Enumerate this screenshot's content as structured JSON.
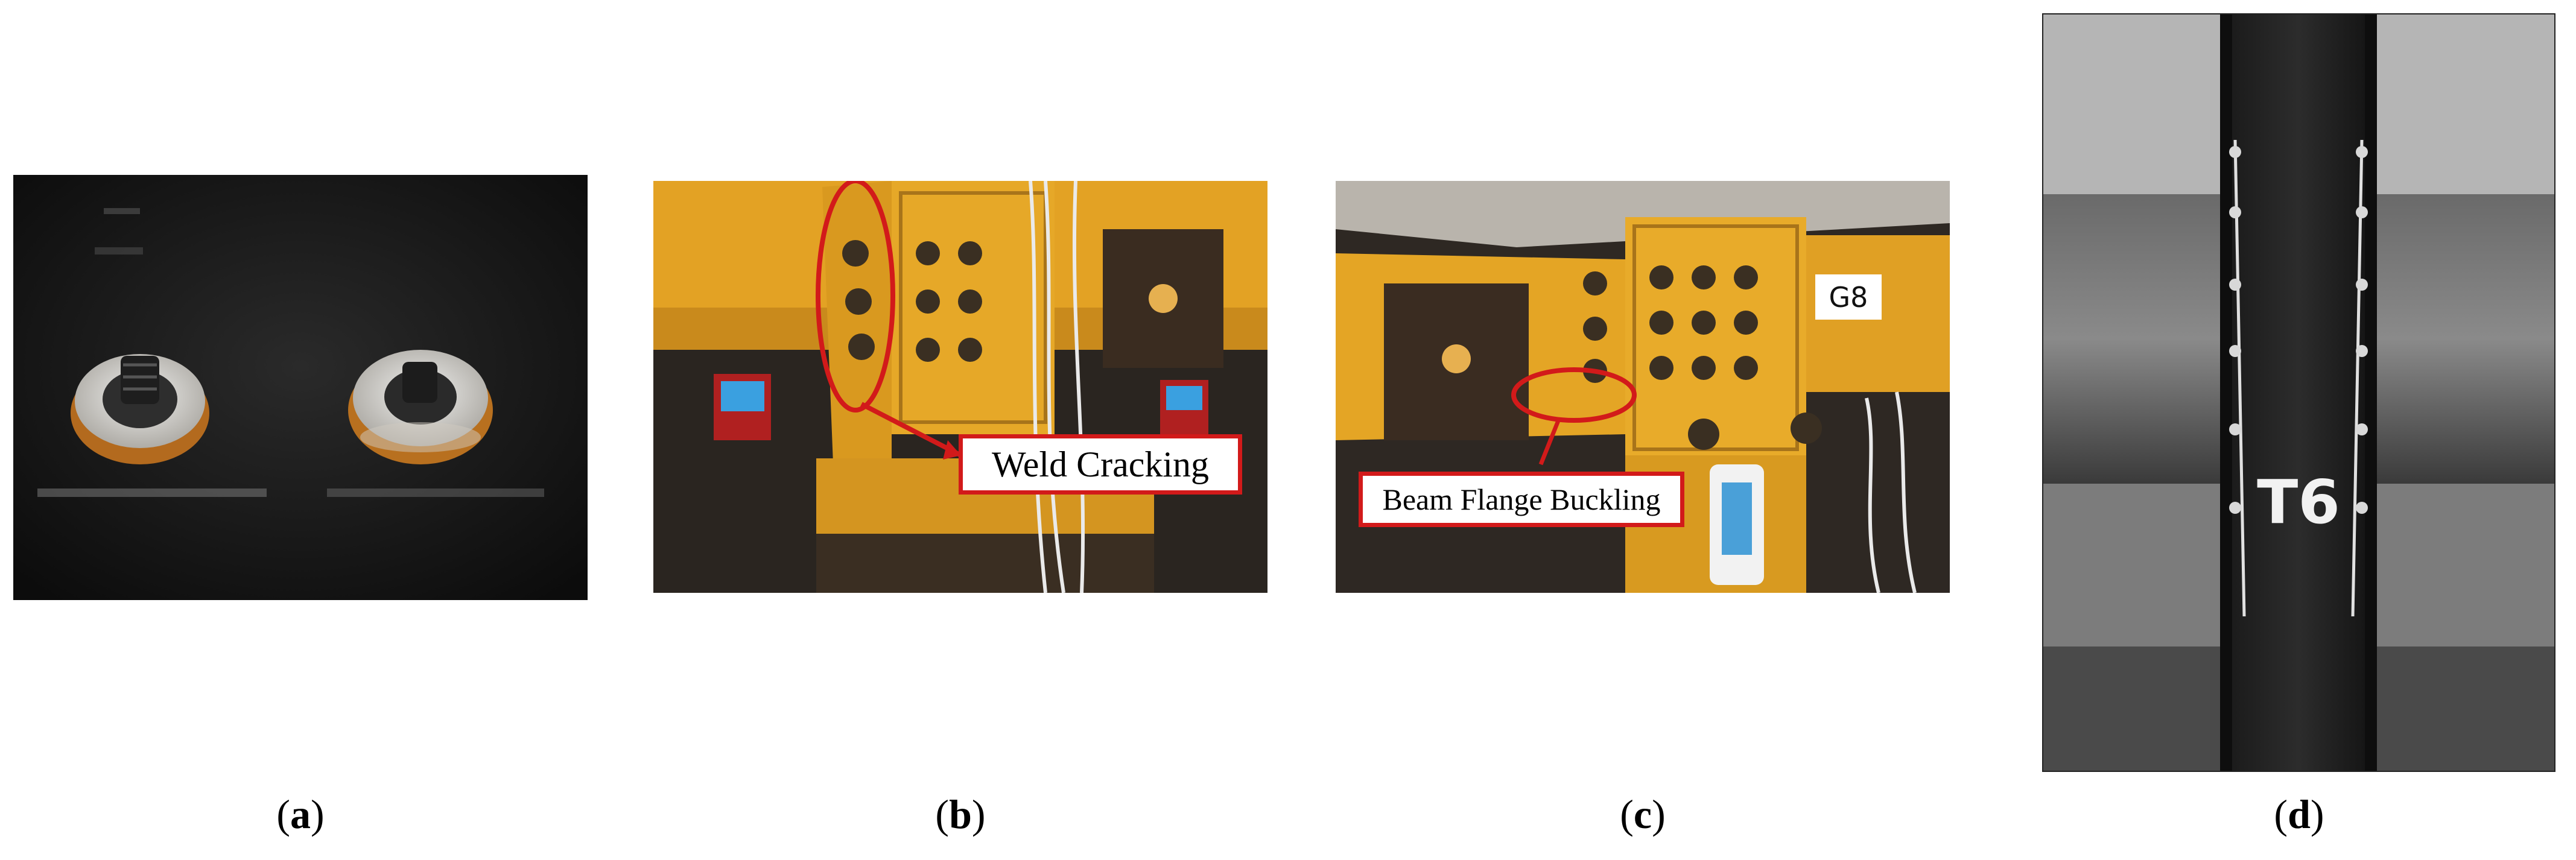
{
  "panels": [
    {
      "caption": "a",
      "description_tag": "bolt-specimens"
    },
    {
      "caption": "b",
      "callout": "Weld Cracking"
    },
    {
      "caption": "c",
      "callout": "Beam Flange Buckling",
      "tag": "G8"
    },
    {
      "caption": "d",
      "tag": "T6"
    }
  ],
  "colors": {
    "steel_orange": "#e0a020",
    "callout_red": "#d21a1a",
    "dark_background": "#161616"
  }
}
